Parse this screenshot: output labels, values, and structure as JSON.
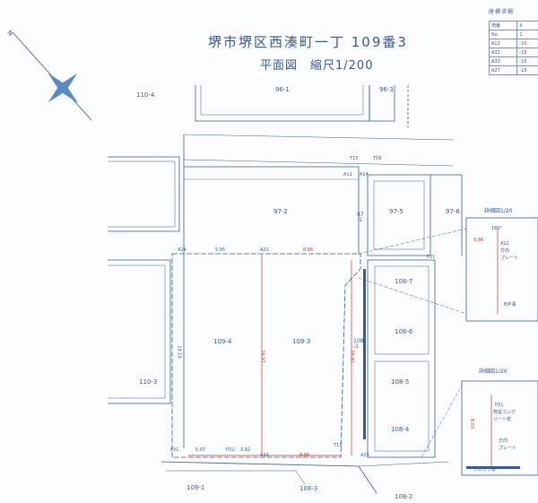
{
  "title": "堺市堺区西湊町一丁 109番3",
  "subtitle": "平面図　縮尺1/200",
  "compass": {
    "label": "N"
  },
  "coordinates_table": {
    "title": "座標求積",
    "header": [
      "地番",
      "X"
    ],
    "rows": [
      [
        "No",
        "1"
      ],
      [
        "A12",
        "-15"
      ],
      [
        "A32",
        "-15"
      ],
      [
        "A33",
        "-15"
      ],
      [
        "A27",
        "-15"
      ]
    ]
  },
  "parcels": [
    {
      "id": "110-4"
    },
    {
      "id": "96-1"
    },
    {
      "id": "96-3"
    },
    {
      "id": "97-2"
    },
    {
      "id": "97-5"
    },
    {
      "id": "97-6"
    },
    {
      "id": "97\n-1"
    },
    {
      "id": "110-3"
    },
    {
      "id": "109-4"
    },
    {
      "id": "109-3"
    },
    {
      "id": "108-7"
    },
    {
      "id": "108-6"
    },
    {
      "id": "108\n-1"
    },
    {
      "id": "108-5"
    },
    {
      "id": "108-4"
    },
    {
      "id": "109-1"
    },
    {
      "id": "108-3"
    },
    {
      "id": "108-2"
    }
  ],
  "points": [
    "A24",
    "A22",
    "A11",
    "A14",
    "P31",
    "P32",
    "A33",
    "P21",
    "T11",
    "T15",
    "T16",
    "A15"
  ],
  "distances": [
    "5.95",
    "8.86",
    "5.07",
    "3.92",
    "8.86",
    "26.97",
    "26.42",
    "19.10"
  ],
  "details": [
    {
      "title": "詳細図1/20",
      "labels": [
        "180°",
        "8.86",
        "A12",
        "方向",
        "プレート",
        "B字溝"
      ]
    },
    {
      "title": "詳細図1/20",
      "labels": [
        "8.03",
        "P21",
        "既設コンク",
        "リート杭",
        "方向",
        "プレート",
        "ブロック塀"
      ]
    }
  ]
}
